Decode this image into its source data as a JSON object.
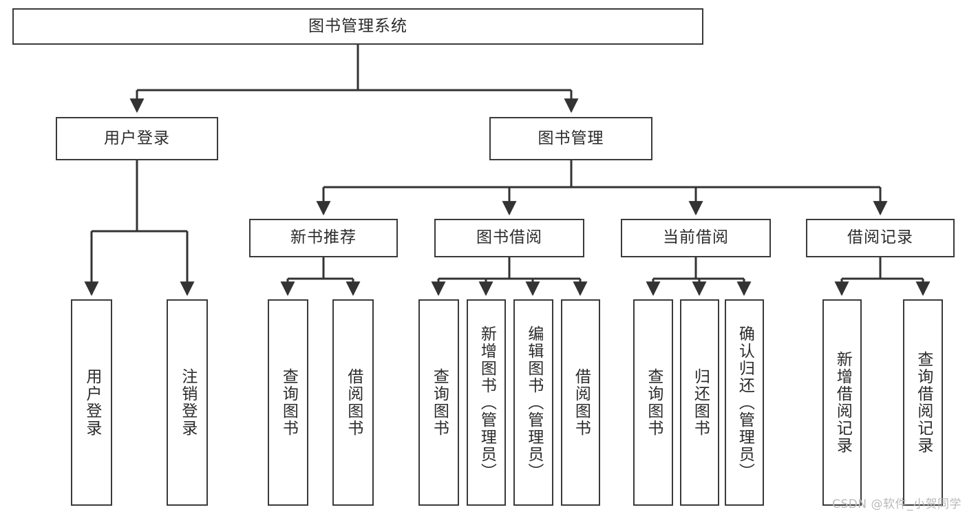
{
  "diagram": {
    "title": "图书管理系统",
    "type": "tree-hierarchy",
    "colors": {
      "box_stroke": "#3a3a3a",
      "box_fill": "#ffffff",
      "edge": "#333333",
      "text": "#2b2b2b",
      "watermark": "#b9b9b9",
      "background": "#ffffff"
    },
    "watermark": "CSDN @软件_小贺同学",
    "nodes": {
      "root": {
        "label": "图书管理系统",
        "level": 1
      },
      "user_login": {
        "label": "用户登录",
        "level": 2
      },
      "book_manage": {
        "label": "图书管理",
        "level": 2
      },
      "new_book_rec": {
        "label": "新书推荐",
        "level": 3
      },
      "book_borrow": {
        "label": "图书借阅",
        "level": 3
      },
      "current_borrow": {
        "label": "当前借阅",
        "level": 3
      },
      "borrow_record": {
        "label": "借阅记录",
        "level": 3
      },
      "leaf_user_login": {
        "label": "用户登录",
        "level": 4
      },
      "leaf_logout": {
        "label": "注销登录",
        "level": 4
      },
      "leaf_query_book_1": {
        "label": "查询图书",
        "level": 4
      },
      "leaf_borrow_book_1": {
        "label": "借阅图书",
        "level": 4
      },
      "leaf_query_book_2": {
        "label": "查询图书",
        "level": 4
      },
      "leaf_add_book": {
        "label": "新增图书（管理员）",
        "level": 4
      },
      "leaf_edit_book": {
        "label": "编辑图书（管理员）",
        "level": 4
      },
      "leaf_borrow_book_2": {
        "label": "借阅图书",
        "level": 4
      },
      "leaf_query_book_3": {
        "label": "查询图书",
        "level": 4
      },
      "leaf_return_book": {
        "label": "归还图书",
        "level": 4
      },
      "leaf_confirm_return": {
        "label": "确认归还（管理员）",
        "level": 4
      },
      "leaf_add_record": {
        "label": "新增借阅记录",
        "level": 4
      },
      "leaf_query_record": {
        "label": "查询借阅记录",
        "level": 4
      }
    }
  }
}
